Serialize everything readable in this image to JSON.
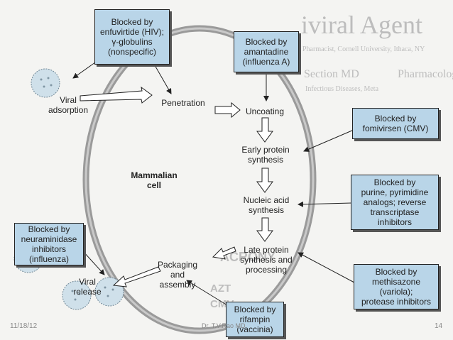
{
  "background_text": {
    "heading_fragment": "iviral Agent",
    "lines": [
      "Pharmacist, Cornell University, Ithaca, NY",
      "Infectious Diseases, Meta",
      "Section MD",
      "Pharmacology",
      "ACRONY",
      "AZT",
      "CMV"
    ]
  },
  "cell": {
    "label_line1": "Mammalian",
    "label_line2": "cell"
  },
  "stages": {
    "adsorption": {
      "line1": "Viral",
      "line2": "adsorption"
    },
    "penetration": "Penetration",
    "uncoating": "Uncoating",
    "early_protein": {
      "line1": "Early protein",
      "line2": "synthesis"
    },
    "nucleic_acid": {
      "line1": "Nucleic acid",
      "line2": "synthesis"
    },
    "late_protein": {
      "line1": "Late protein",
      "line2": "synthesis and",
      "line3": "processing"
    },
    "packaging": {
      "line1": "Packaging",
      "line2": "and",
      "line3": "assembly"
    },
    "release": {
      "line1": "Viral",
      "line2": "release"
    }
  },
  "blocks": {
    "enfuvirtide": [
      "Blocked by",
      "enfuvirtide (HIV);",
      "γ-globulins",
      "(nonspecific)"
    ],
    "amantadine": [
      "Blocked by",
      "amantadine",
      "(influenza A)"
    ],
    "fomivirsen": [
      "Blocked by",
      "fomivirsen (CMV)"
    ],
    "purine": [
      "Blocked by",
      "purine, pyrimidine",
      "analogs; reverse",
      "transcriptase",
      "inhibitors"
    ],
    "neuraminidase": [
      "Blocked by",
      "neuraminidase",
      "inhibitors",
      "(influenza)"
    ],
    "methisazone": [
      "Blocked by",
      "methisazone",
      "(variola);",
      "protease inhibitors"
    ],
    "rifampin": [
      "Blocked by",
      "rifampin",
      "(vaccinia)"
    ]
  },
  "footer": {
    "date": "11/18/12",
    "author": "Dr. T.V.Rao MD",
    "page": "14"
  },
  "colors": {
    "box_fill": "#b9d5e8",
    "cell_membrane": "#a8a8a8",
    "virus_fill": "#cfe0ea",
    "arrow": "#222222"
  }
}
